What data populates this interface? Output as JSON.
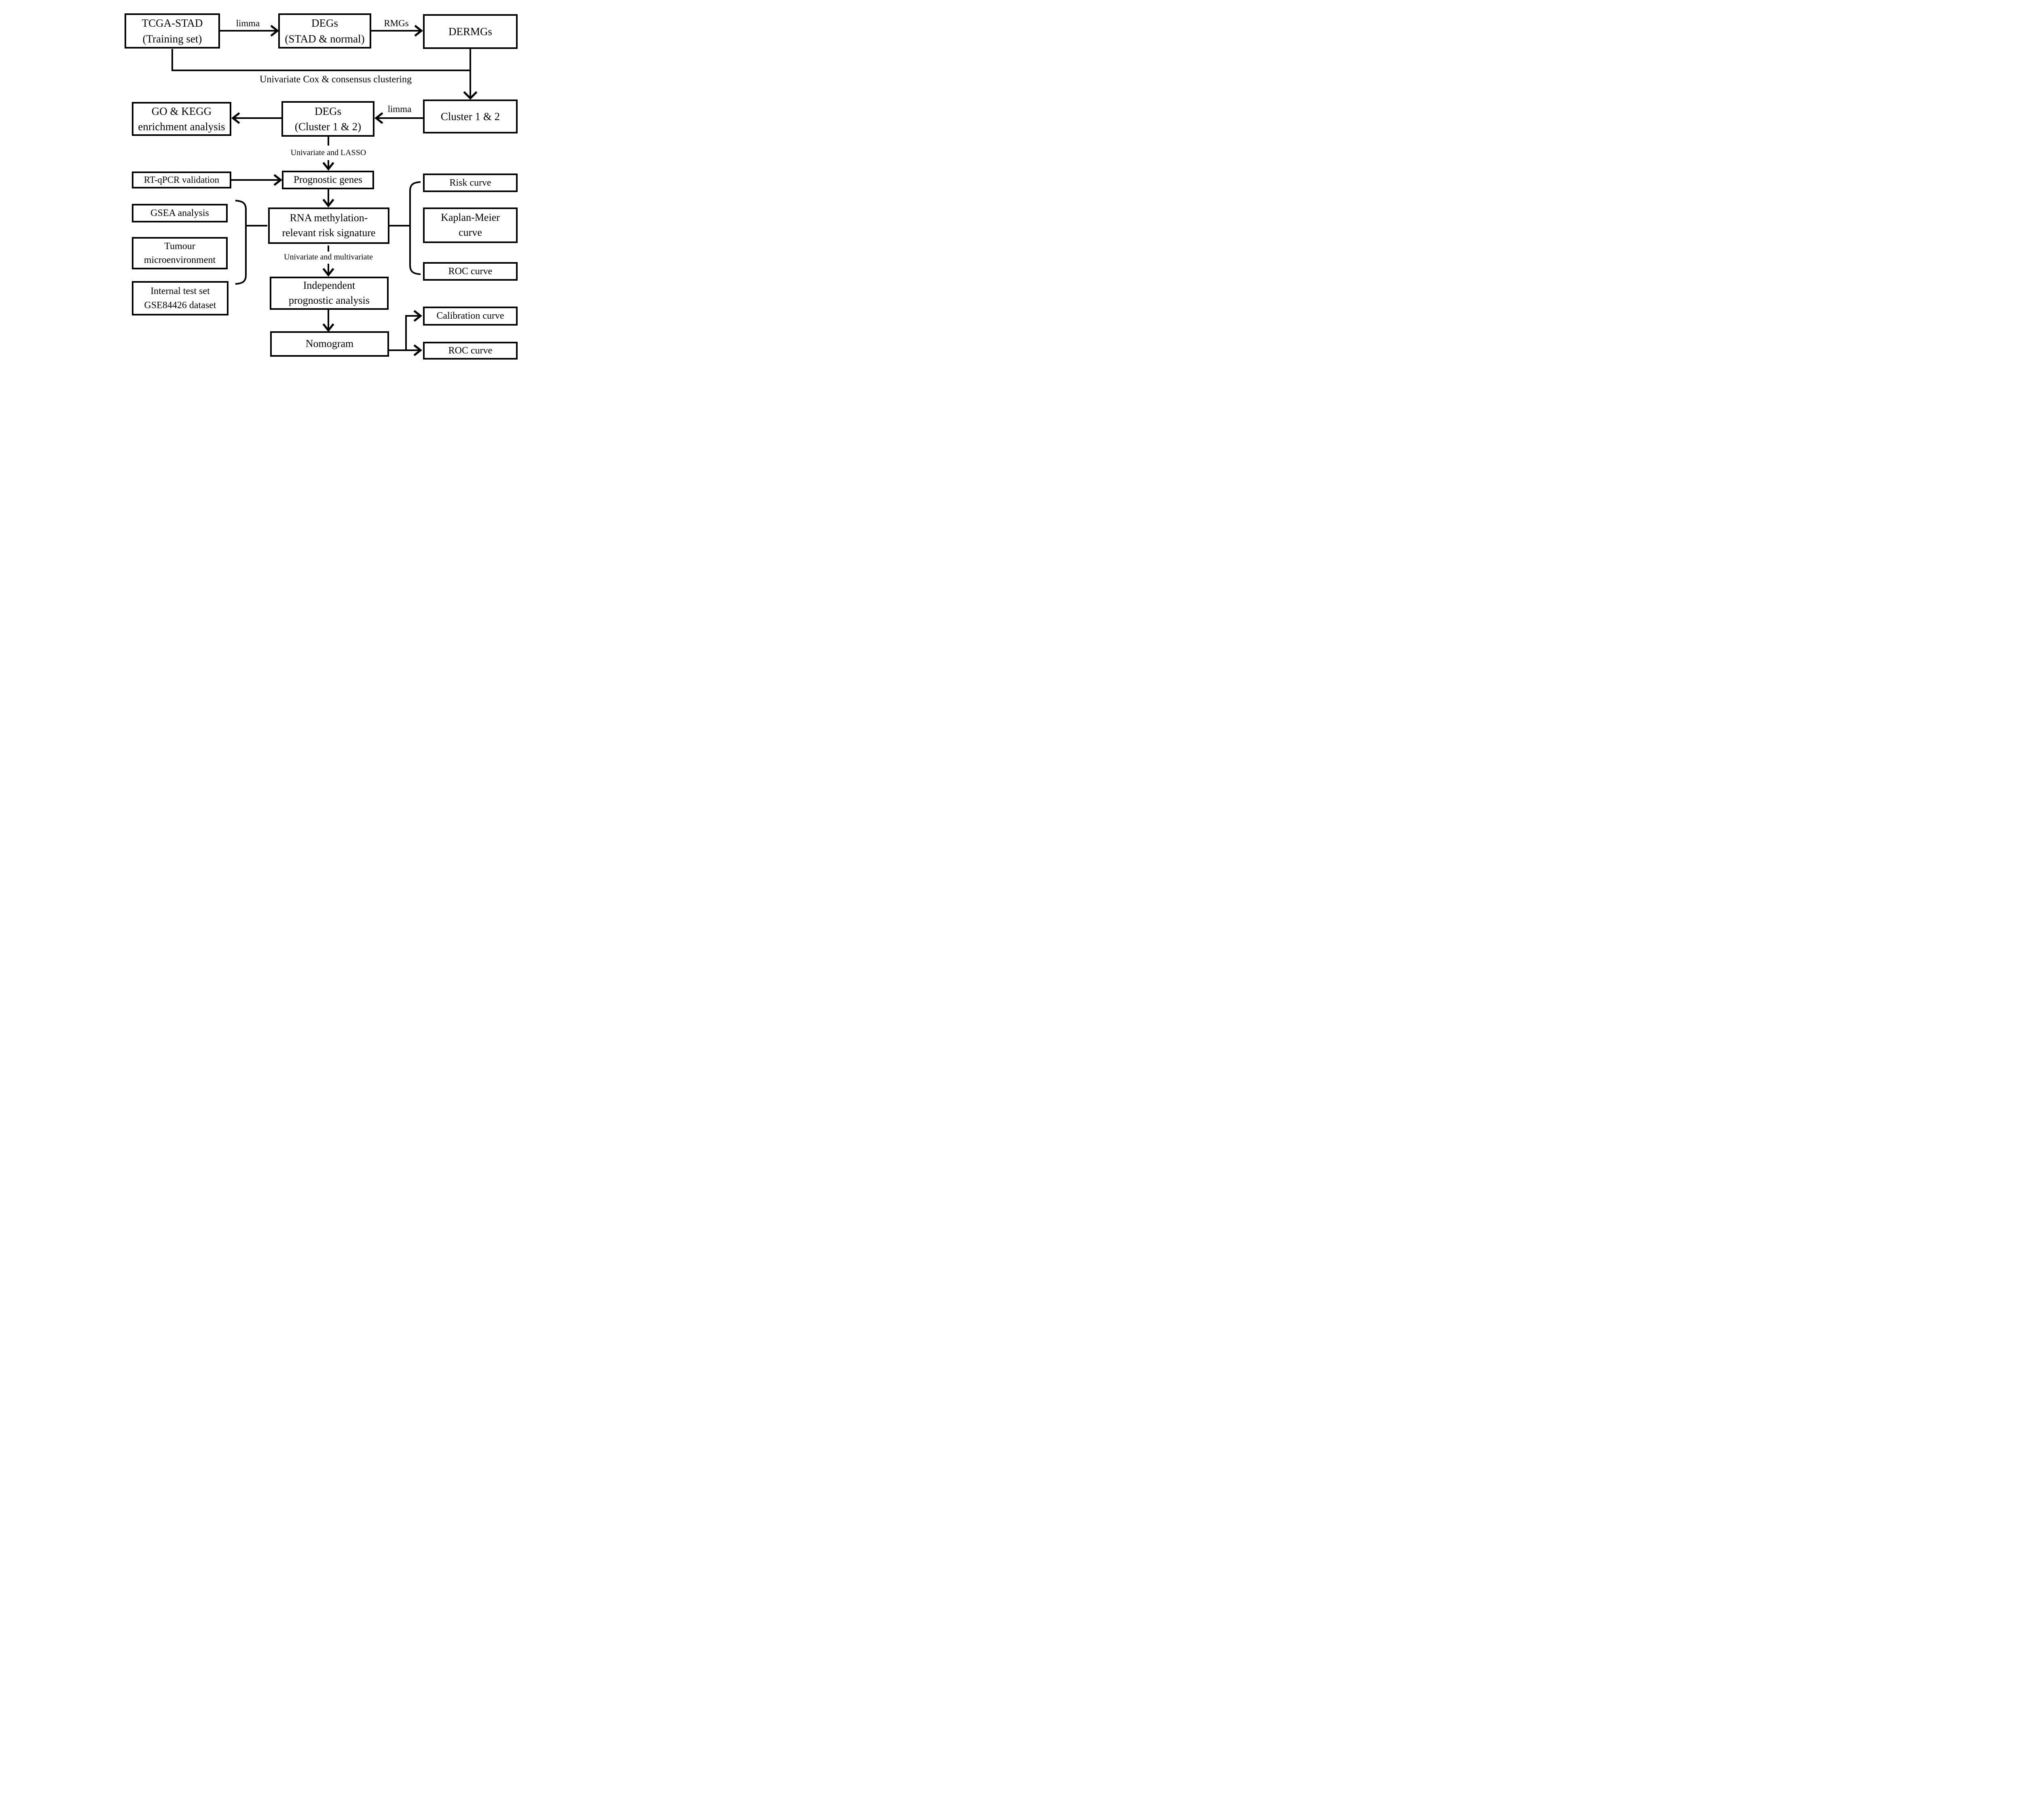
{
  "diagram": {
    "title": "Study workflow flowchart",
    "colors": {
      "background": "#ffffff",
      "line": "#000000",
      "box_border": "#000000",
      "text": "#000000"
    },
    "nodes": {
      "tcga": {
        "line1": "TCGA-STAD",
        "line2": "(Training set)"
      },
      "degs1": {
        "line1": "DEGs",
        "line2": "(STAD & normal)"
      },
      "dermgs": {
        "label": "DERMGs"
      },
      "go": {
        "line1": "GO & KEGG",
        "line2": "enrichment analysis"
      },
      "degs2": {
        "line1": "DEGs",
        "line2": "(Cluster 1 & 2)"
      },
      "cluster": {
        "label": "Cluster 1 & 2"
      },
      "rtqpcr": {
        "label": "RT-qPCR validation"
      },
      "prognostic": {
        "label": "Prognostic genes"
      },
      "gsea": {
        "label": "GSEA analysis"
      },
      "tumour": {
        "line1": "Tumour",
        "line2": "microenvironment"
      },
      "internal": {
        "line1": "Internal test set",
        "line2": "GSE84426 dataset"
      },
      "rna": {
        "line1": "RNA methylation-",
        "line2": "relevant risk signature"
      },
      "risk": {
        "label": "Risk curve"
      },
      "km": {
        "line1": "Kaplan-Meier",
        "line2": "curve"
      },
      "roc": {
        "label": "ROC curve"
      },
      "independent": {
        "line1": "Independent",
        "line2": "prognostic analysis"
      },
      "nomogram": {
        "label": "Nomogram"
      },
      "calibration": {
        "label": "Calibration curve"
      },
      "roc2": {
        "label": "ROC curve"
      }
    },
    "edge_labels": {
      "limma1": "limma",
      "rmgs": "RMGs",
      "univ_cox": "Univariate Cox & consensus clustering",
      "limma2": "limma",
      "univ_lasso": "Univariate and LASSO",
      "univ_multi": "Univariate and multivariate"
    }
  }
}
